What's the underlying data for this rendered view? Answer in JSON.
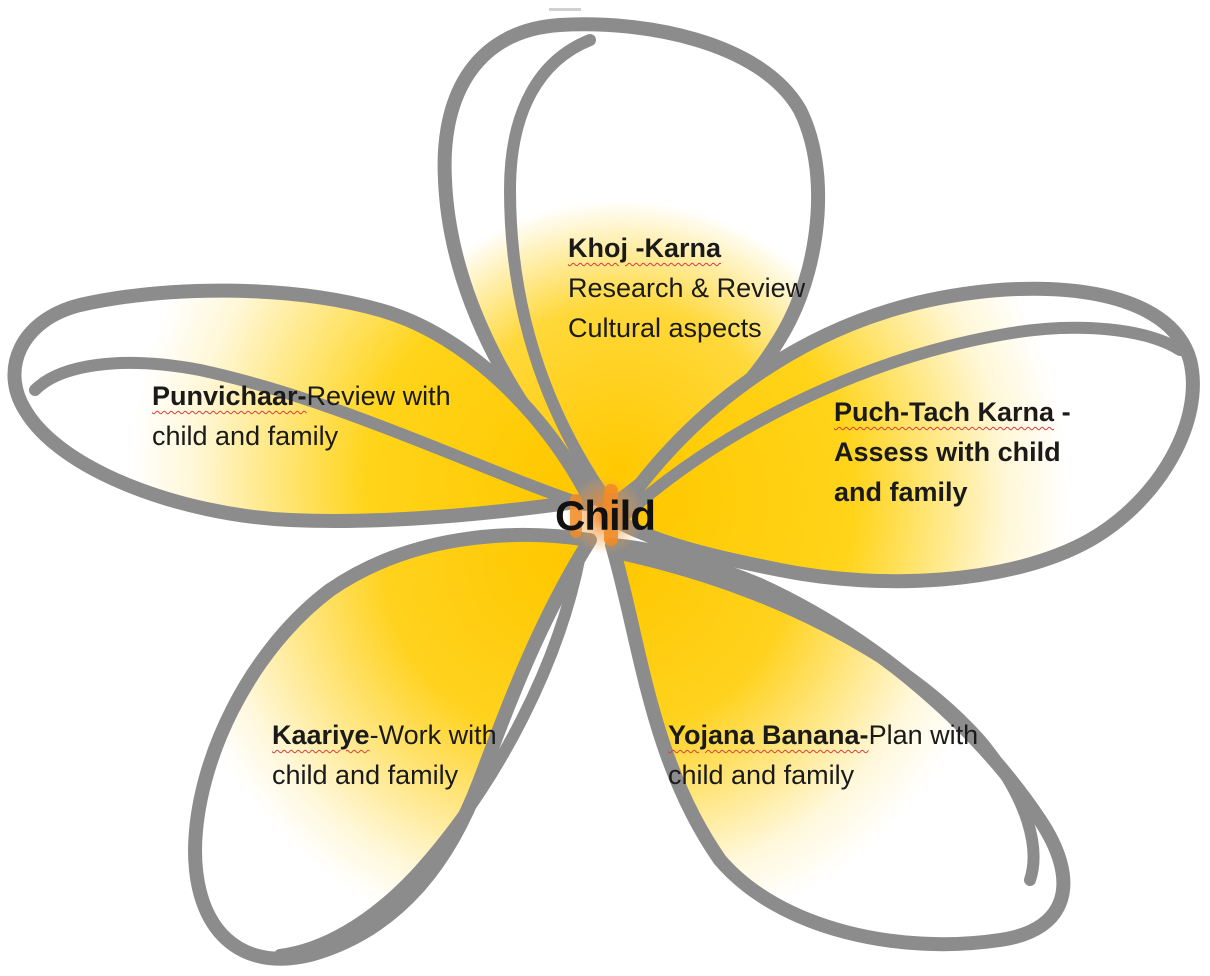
{
  "diagram": {
    "center": {
      "label": "Child"
    },
    "colors": {
      "outline": "#8c8c8c",
      "petal_fill": "#ffffff",
      "yellow": "#ffcc00",
      "center_orange": "#f08c28"
    },
    "petals": [
      {
        "id": "khoj-karna",
        "term": "Khoj -Karna",
        "suffix": "",
        "lines": [
          "Research & Review",
          "Cultural aspects"
        ]
      },
      {
        "id": "puch-tach-karna",
        "term": "Puch-Tach Karna",
        "suffix": " -",
        "lines": [
          "Assess with child",
          "and family"
        ]
      },
      {
        "id": "yojana-banana",
        "term": "Yojana Banana-",
        "suffix": "Plan with",
        "lines": [
          "child and family"
        ]
      },
      {
        "id": "kaariye",
        "term": "Kaariye",
        "suffix": "-Work with",
        "lines": [
          "child and family"
        ]
      },
      {
        "id": "punvichaar",
        "term": "Punvichaar-",
        "suffix": "Review with",
        "lines": [
          "child and family"
        ]
      }
    ]
  }
}
